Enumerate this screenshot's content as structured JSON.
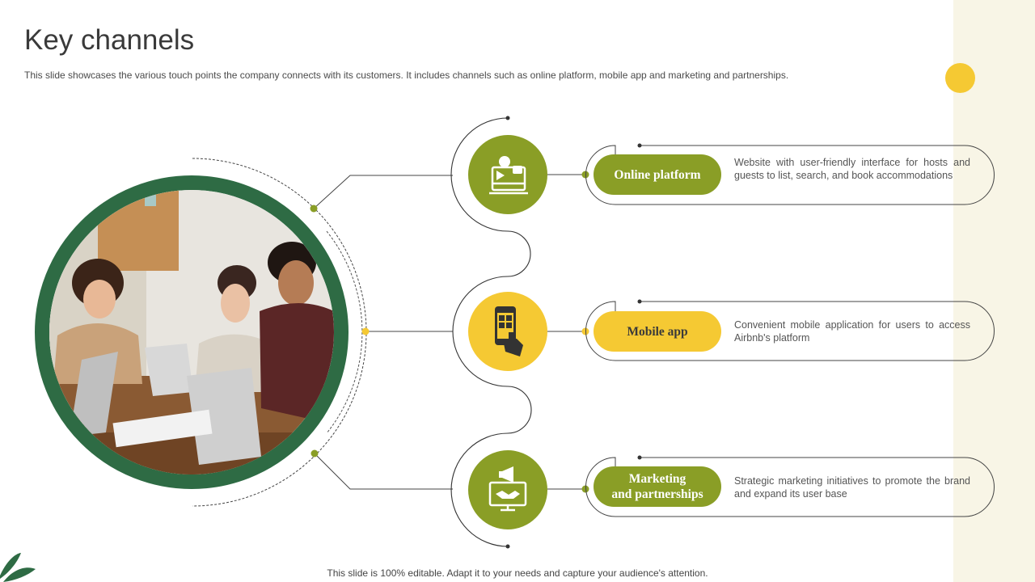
{
  "slide": {
    "title": "Key channels",
    "subtitle": "This slide showcases the various touch points the company connects with its customers. It includes channels such as online platform, mobile app and marketing and partnerships.",
    "footer": "This slide is 100% editable. Adapt it to your needs and capture your audience's attention."
  },
  "colors": {
    "green": "#8a9e26",
    "yellow": "#f5c933",
    "dark_green_ring": "#2e6b44",
    "side_band": "#f8f5e6"
  },
  "channels": [
    {
      "label": "Online platform",
      "description": "Website with user-friendly  interface for hosts and guests to list, search, and book accommodations",
      "icon": "online-platform-icon",
      "color": "green"
    },
    {
      "label": "Mobile app",
      "description": "Convenient  mobile application for users to access Airbnb's platform",
      "icon": "mobile-app-icon",
      "color": "yellow"
    },
    {
      "label_line1": "Marketing",
      "label_line2": "and partnerships",
      "description": "Strategic marketing initiatives to promote the brand and expand its user base",
      "icon": "marketing-partnerships-icon",
      "color": "green"
    }
  ],
  "photo": {
    "subject": "team-meeting-photo"
  }
}
